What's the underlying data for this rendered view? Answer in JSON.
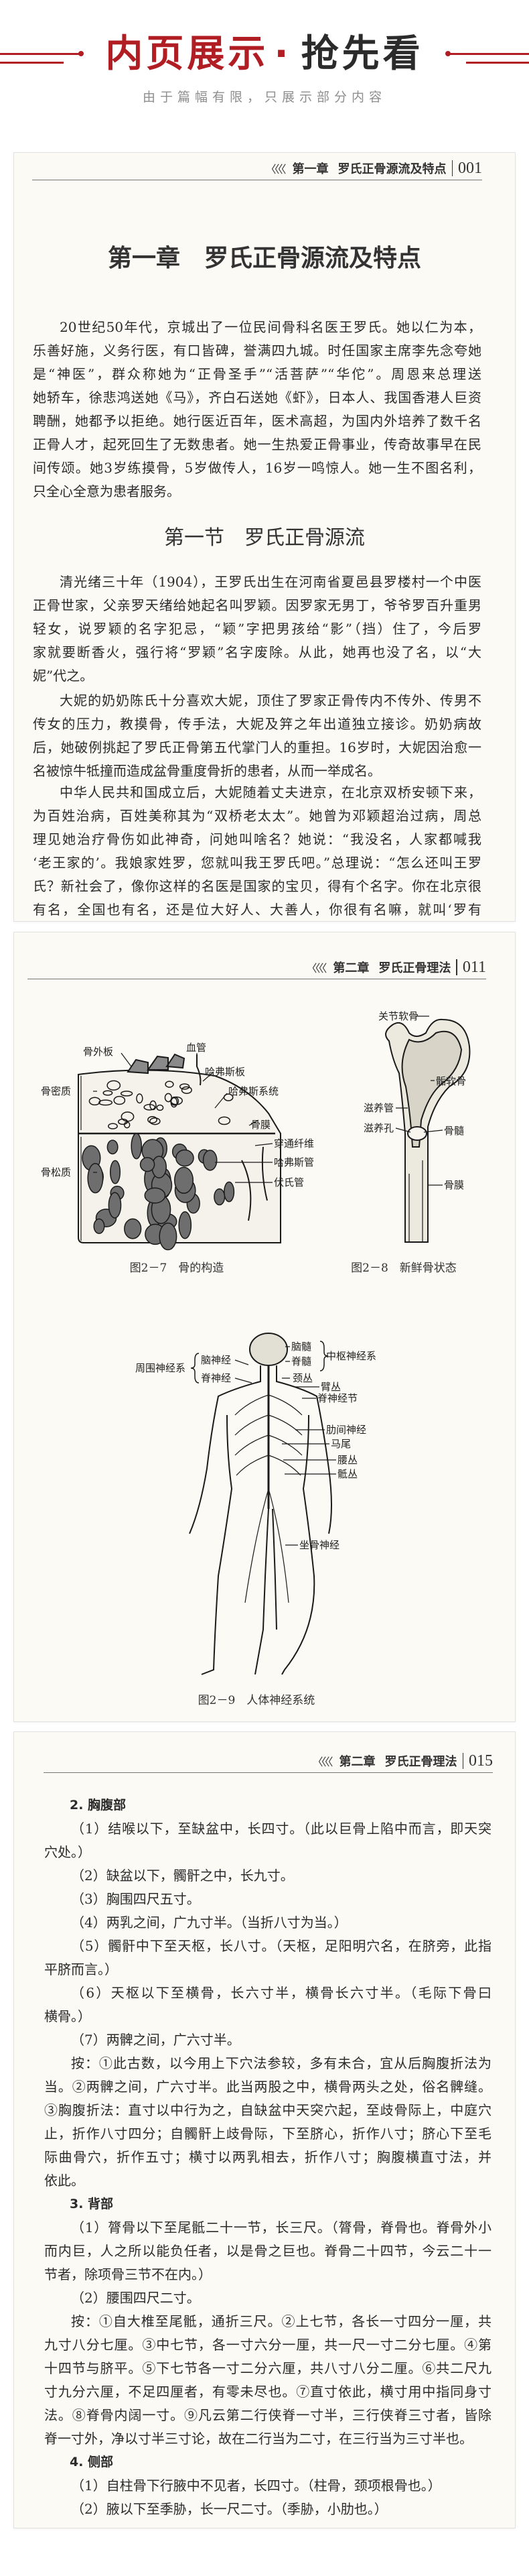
{
  "banner": {
    "title_red": "内页展示",
    "title_dot": "·",
    "title_dark": "抢先看",
    "subtitle": "由于篇幅有限，只展示部分内容",
    "accent_color": "#b01e24"
  },
  "page1": {
    "header": {
      "chevrons": "〈〈〈〈",
      "chapter": "第一章",
      "title": "罗氏正骨源流及特点",
      "page_number": "001"
    },
    "chapter_title": "第一章　罗氏正骨源流及特点",
    "section_title": "第一节　罗氏正骨源流",
    "para1": [
      "20世纪50年代，京城出了一位民间骨科名医王罗氏。她以仁为本，",
      "乐善好施，义务行医，有口皆碑，誉满四九城。时任国家主席李先念夸她",
      "是“神医”，群众称她为“正骨圣手”“活菩萨”“华佗”。周恩来总理送",
      "她轿车，徐悲鸿送她《马》，齐白石送她《虾》，日本人、我国香港人巨资",
      "聘酬，她都予以拒绝。她行医近百年，医术高超，为国内外培养了数千名",
      "正骨人才，起死回生了无数患者。她一生热爱正骨事业，传奇故事早在民",
      "间传颂。她3岁练摸骨，5岁做传人，16岁一鸣惊人。她一生不图名利，",
      "只全心全意为患者服务。"
    ],
    "para2": [
      "清光绪三十年（1904），王罗氏出生在河南省夏邑县罗楼村一个中医",
      "正骨世家，父亲罗天绪给她起名叫罗颖。因罗家无男丁，爷爷罗百升重男",
      "轻女，说罗颖的名字犯忌，“颖”字把男孩给“影”（挡）住了，今后罗",
      "家就要断香火，强行将“罗颖”名字废除。从此，她再也没了名，以“大",
      "妮”代之。"
    ],
    "para3": [
      "大妮的奶奶陈氏十分喜欢大妮，顶住了罗家正骨传内不传外、传男不",
      "传女的压力，教摸骨，传手法，大妮及笄之年出道独立接诊。奶奶病故",
      "后，她破例挑起了罗氏正骨第五代掌门人的重担。16岁时，大妮因治愈一",
      "名被惊牛牴撞而造成盆骨重度骨折的患者，从而一举成名。"
    ],
    "para4": [
      "中华人民共和国成立后，大妮随着丈夫进京，在北京双桥安顿下来，",
      "为百姓治病，百姓美称其为“双桥老太太”。她曾为邓颖超治过病，周总",
      "理见她治疗骨伤如此神奇，问她叫啥名？她说：“我没名，人家都喊我",
      "‘老王家的’。我娘家姓罗，您就叫我王罗氏吧。”总理说：“怎么还叫王罗",
      "氏？新社会了，像你这样的名医是国家的宝贝，得有个名字。你在北京很",
      "有名，全国也有名，还是位大好人、大善人，你很有名嘛，就叫‘罗有"
    ]
  },
  "page2": {
    "header": {
      "chevrons": "〈〈〈〈",
      "chapter": "第二章",
      "title": "罗氏正骨理法",
      "page_number": "011"
    },
    "fig_2_7": {
      "caption": "图2－7　骨的构造",
      "labels": [
        "骨外板",
        "血管",
        "哈弗斯板",
        "骨密质",
        "哈弗斯系统",
        "骨膜",
        "穿通纤维",
        "哈弗斯管",
        "骨松质",
        "伏氏管"
      ]
    },
    "fig_2_8": {
      "caption": "图2－8　新鲜骨状态",
      "labels": [
        "关节软骨",
        "骺软骨",
        "滋养管",
        "滋养孔",
        "骨髓",
        "骨膜"
      ]
    },
    "fig_2_9": {
      "caption": "图2－9　人体神经系统",
      "labels": [
        "脑髓",
        "脊髓",
        "中枢神经系",
        "周围神经系",
        "脑神经",
        "脊神经",
        "颈丛",
        "臂丛",
        "脊神经节",
        "肋间神经",
        "马尾",
        "腰丛",
        "骶丛",
        "坐骨神经"
      ]
    }
  },
  "page3": {
    "header": {
      "chevrons": "〈〈〈〈",
      "chapter": "第二章",
      "title": "罗氏正骨理法",
      "page_number": "015"
    },
    "blocks": [
      {
        "type": "heading",
        "text": "2. 胸腹部"
      },
      {
        "type": "para",
        "lines": [
          "（1）结喉以下，至缺盆中，长四寸。（此以巨骨上陷中而言，即天突",
          "穴处。）"
        ]
      },
      {
        "type": "para",
        "lines": [
          "（2）缺盆以下，髑骭之中，长九寸。"
        ]
      },
      {
        "type": "para",
        "lines": [
          "（3）胸围四尺五寸。"
        ]
      },
      {
        "type": "para",
        "lines": [
          "（4）两乳之间，广九寸半。（当折八寸为当。）"
        ]
      },
      {
        "type": "para",
        "lines": [
          "（5）髑骭中下至天枢，长八寸。（天枢，足阳明穴名，在脐旁，此指",
          "平脐而言。）"
        ]
      },
      {
        "type": "para",
        "lines": [
          "（6）天枢以下至横骨，长六寸半，横骨长六寸半。（毛际下骨曰",
          "横骨。）"
        ]
      },
      {
        "type": "para",
        "lines": [
          "（7）两髀之间，广六寸半。"
        ]
      },
      {
        "type": "para",
        "lines": [
          "按：①此古数，以今用上下穴法参较，多有未合，宜从后胸腹折法为",
          "当。②两髀之间，广六寸半。此当两股之中，横骨两头之处，俗名髀缝。",
          "③胸腹折法：直寸以中行为之，自缺盆中天突穴起，至歧骨际上，中庭穴",
          "止，折作八寸四分；自髑骭上歧骨际，下至脐心，折作八寸；脐心下至毛",
          "际曲骨穴，折作五寸；横寸以两乳相去，折作八寸；胸腹横直寸法，并",
          "依此。"
        ]
      },
      {
        "type": "heading",
        "text": "3. 背部"
      },
      {
        "type": "para",
        "lines": [
          "（1）膂骨以下至尾骶二十一节，长三尺。（膂骨，脊骨也。脊骨外小",
          "而内巨，人之所以能负任者，以是骨之巨也。脊骨二十四节，今云二十一",
          "节者，除项骨三节不在内。）"
        ]
      },
      {
        "type": "para",
        "lines": [
          "（2）腰围四尺二寸。"
        ]
      },
      {
        "type": "para",
        "lines": [
          "按：①自大椎至尾骶，通折三尺。②上七节，各长一寸四分一厘，共",
          "九寸八分七厘。③中七节，各一寸六分一厘，共一尺一寸二分七厘。④第",
          "十四节与脐平。⑤下七节各一寸二分六厘，共八寸八分二厘。⑥共二尺九",
          "寸九分六厘，不足四厘者，有零未尽也。⑦直寸依此，横寸用中指同身寸",
          "法。⑧脊骨内阔一寸。⑨凡云第二行侠脊一寸半，三行侠脊三寸者，皆除",
          "脊一寸外，净以寸半三寸论，故在二行当为二寸，在三行当为三寸半也。"
        ]
      },
      {
        "type": "heading",
        "text": "4. 侧部"
      },
      {
        "type": "para",
        "lines": [
          "（1）自柱骨下行腋中不见者，长四寸。（柱骨，颈项根骨也。）"
        ]
      },
      {
        "type": "para",
        "lines": [
          "（2）腋以下至季胁，长一尺二寸。（季胁，小肋也。）"
        ]
      }
    ]
  }
}
